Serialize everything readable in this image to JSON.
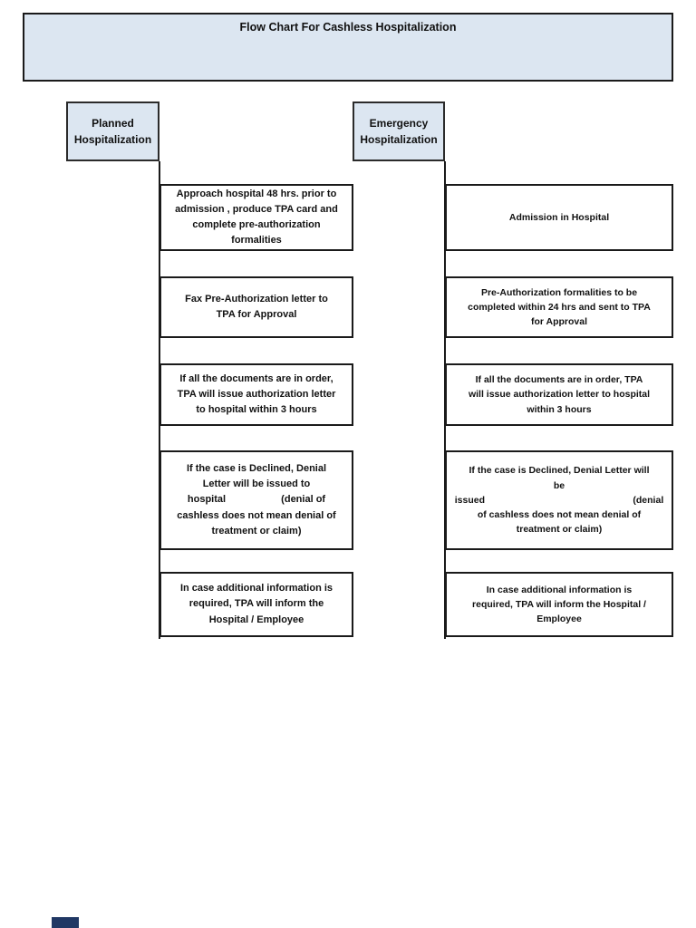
{
  "title": {
    "text": "Flow Chart For Cashless Hospitalization"
  },
  "colors": {
    "header_fill": "#dce6f1",
    "border": "#1a1a1a",
    "footer_mark": "#203864",
    "background": "#ffffff"
  },
  "columns": [
    {
      "id": "planned",
      "header": "Planned\nHospitalization",
      "steps": [
        "Approach hospital 48 hrs. prior to\nadmission , produce TPA card and\ncomplete pre-authorization\nformalities",
        "Fax Pre-Authorization letter to\nTPA for Approval",
        "If all the documents are in order,\nTPA will issue authorization letter\nto hospital within 3 hours",
        "If the case is Declined, Denial\nLetter will be issued to\nhospital                    (denial of\ncashless does not mean denial of\ntreatment or claim)",
        "In case additional information is\nrequired, TPA will inform the\nHospital / Employee"
      ]
    },
    {
      "id": "emergency",
      "header": "Emergency\nHospitalization",
      "steps": [
        "Admission in Hospital",
        "Pre-Authorization formalities to be\ncompleted within 24 hrs and sent to TPA\nfor Approval",
        "If all the documents are in order, TPA\nwill issue authorization letter to hospital\nwithin 3 hours",
        "If the case is Declined, Denial Letter will\nbe\nissued                                                        (denial\nof cashless does not mean denial of\ntreatment or claim)",
        "In case additional information is\nrequired, TPA will inform the Hospital /\nEmployee"
      ]
    }
  ]
}
